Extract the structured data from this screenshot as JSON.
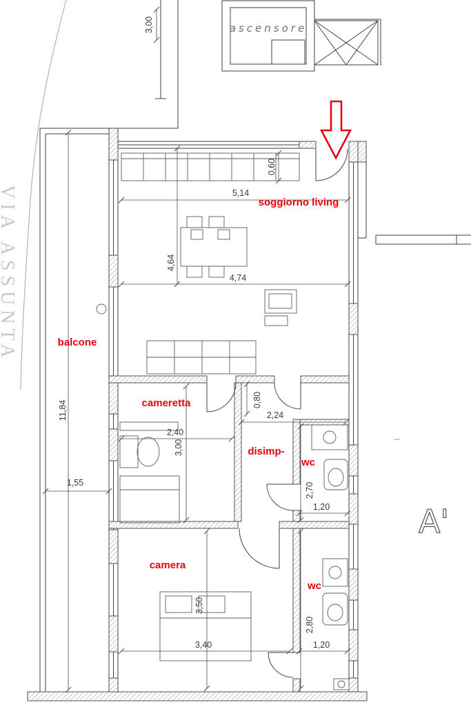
{
  "labels": {
    "watermark": "VIA ASSUNTA",
    "ascensore": "ascensore",
    "soggiorno": "soggiorno living",
    "balcone": "balcone",
    "cameretta": "cameretta",
    "disimpegno": "disimp-",
    "wc_top": "wc",
    "camera": "camera",
    "wc_bottom": "wc",
    "section_marker": "A'"
  },
  "dimensions": {
    "corridor_width": "3,00",
    "soggiorno_width": "5,14",
    "wardrobe_depth": "0,60",
    "soggiorno_depth": "4,64",
    "soggiorno_inner_width": "4,74",
    "balcone_length": "11,84",
    "balcone_width": "1,55",
    "cameretta_width": "2,40",
    "cameretta_depth": "3,00",
    "disimpegno_width": "0,80",
    "disimpegno_length": "2,24",
    "wc_top_depth": "2,70",
    "wc_top_width": "1,20",
    "camera_depth": "3,50",
    "camera_width": "3,40",
    "wc_bottom_depth": "2,80",
    "wc_bottom_width": "1,20"
  },
  "colors": {
    "room_label": "#e8000d",
    "entrance_arrow": "#e8000d",
    "line": "#3f3f3f",
    "watermark": "#c9c9c9"
  }
}
